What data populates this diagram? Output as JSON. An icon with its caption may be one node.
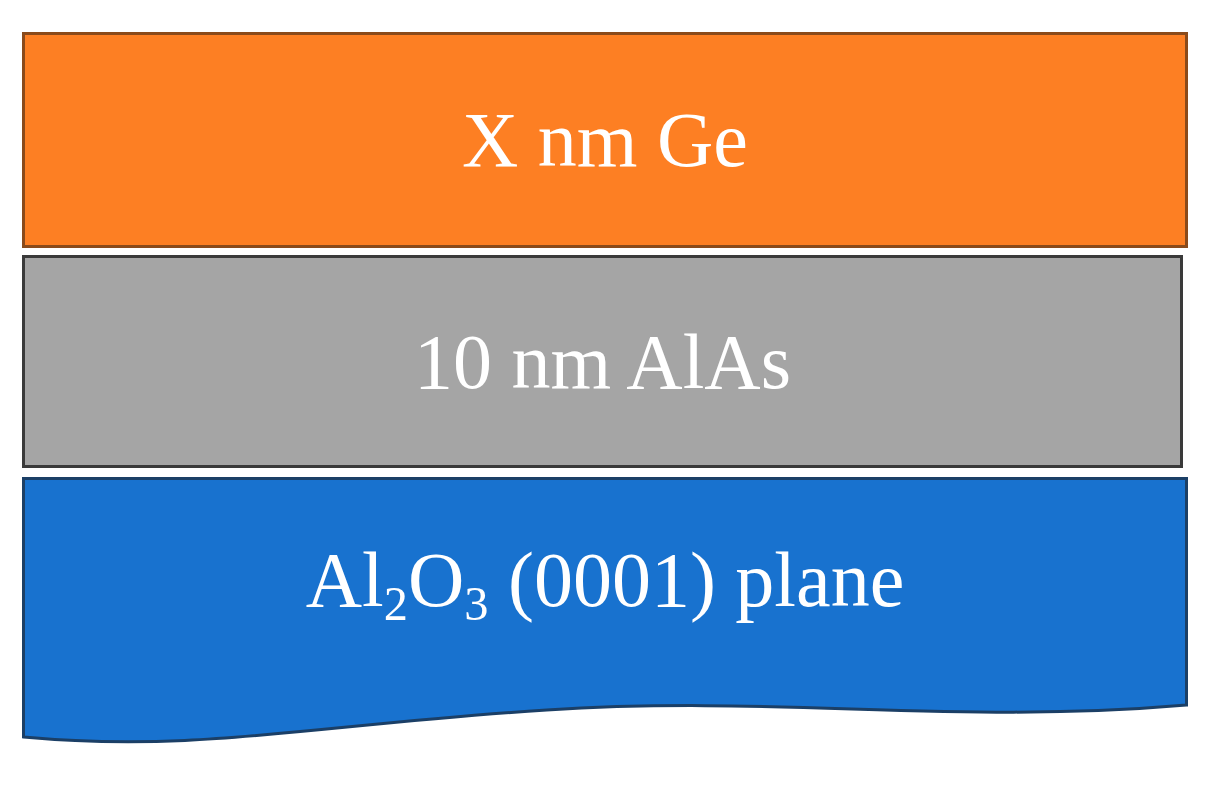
{
  "diagram": {
    "nodes": [
      {
        "text": [
          "X nm Ge"
        ]
      },
      {
        "text": [
          "10 nm AlAs"
        ]
      },
      {
        "text": [
          "Al$_{2}$O$_{3}$ (0001) plane"
        ]
      }
    ]
  }
}
